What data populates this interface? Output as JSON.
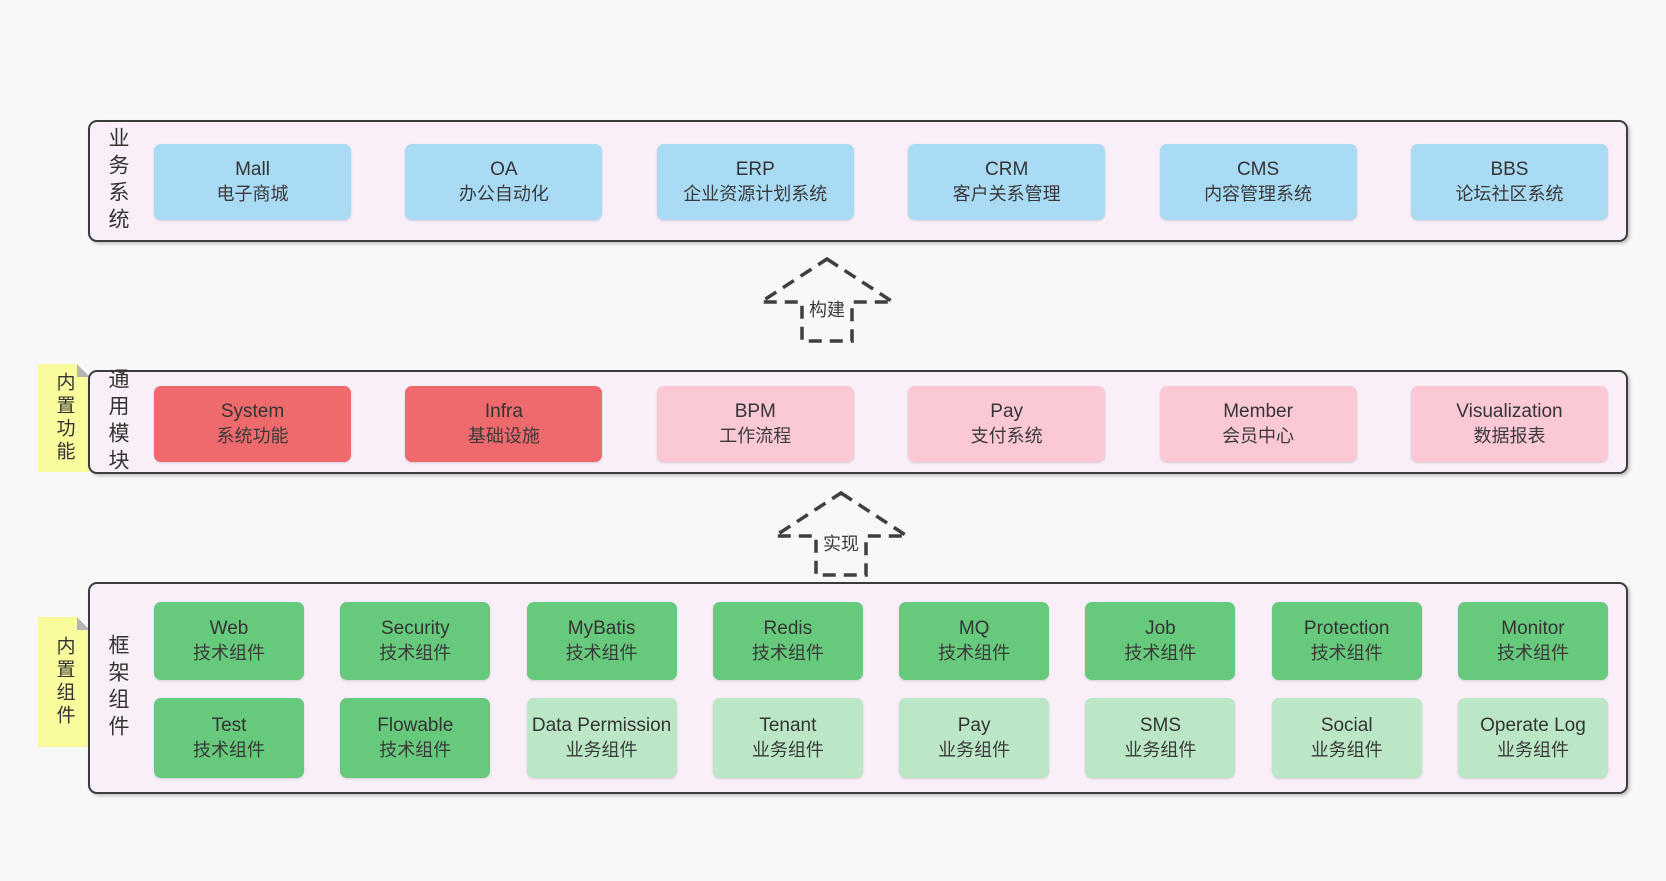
{
  "colors": {
    "blue": "#a9dbf5",
    "red": "#ee6a6c",
    "pink": "#fbc9d5",
    "green": "#67c97c",
    "lightgreen": "#bce7c6",
    "band_bg": "#f9eff8",
    "band_border": "#3c3c3c",
    "sticky_yellow": "#fafb9d",
    "sticky_fold": "#b4b4b4",
    "text": "#3a3a3a",
    "page_bg": "#f8f8f8"
  },
  "arrows": [
    {
      "label": "构建"
    },
    {
      "label": "实现"
    }
  ],
  "bands": [
    {
      "label": "业务系统",
      "boxes": [
        {
          "title": "Mall",
          "subtitle": "电子商城",
          "variant": "blue"
        },
        {
          "title": "OA",
          "subtitle": "办公自动化",
          "variant": "blue"
        },
        {
          "title": "ERP",
          "subtitle": "企业资源计划系统",
          "variant": "blue"
        },
        {
          "title": "CRM",
          "subtitle": "客户关系管理",
          "variant": "blue"
        },
        {
          "title": "CMS",
          "subtitle": "内容管理系统",
          "variant": "blue"
        },
        {
          "title": "BBS",
          "subtitle": "论坛社区系统",
          "variant": "blue"
        }
      ]
    },
    {
      "label": "通用模块",
      "sticky": "内置功能",
      "boxes": [
        {
          "title": "System",
          "subtitle": "系统功能",
          "variant": "red"
        },
        {
          "title": "Infra",
          "subtitle": "基础设施",
          "variant": "red"
        },
        {
          "title": "BPM",
          "subtitle": "工作流程",
          "variant": "pink"
        },
        {
          "title": "Pay",
          "subtitle": "支付系统",
          "variant": "pink"
        },
        {
          "title": "Member",
          "subtitle": "会员中心",
          "variant": "pink"
        },
        {
          "title": "Visualization",
          "subtitle": "数据报表",
          "variant": "pink"
        }
      ]
    },
    {
      "label": "框架组件",
      "sticky": "内置组件",
      "rows": [
        [
          {
            "title": "Web",
            "subtitle": "技术组件",
            "variant": "green"
          },
          {
            "title": "Security",
            "subtitle": "技术组件",
            "variant": "green"
          },
          {
            "title": "MyBatis",
            "subtitle": "技术组件",
            "variant": "green"
          },
          {
            "title": "Redis",
            "subtitle": "技术组件",
            "variant": "green"
          },
          {
            "title": "MQ",
            "subtitle": "技术组件",
            "variant": "green"
          },
          {
            "title": "Job",
            "subtitle": "技术组件",
            "variant": "green"
          },
          {
            "title": "Protection",
            "subtitle": "技术组件",
            "variant": "green"
          },
          {
            "title": "Monitor",
            "subtitle": "技术组件",
            "variant": "green"
          }
        ],
        [
          {
            "title": "Test",
            "subtitle": "技术组件",
            "variant": "green"
          },
          {
            "title": "Flowable",
            "subtitle": "技术组件",
            "variant": "green"
          },
          {
            "title": "Data Permission",
            "subtitle": "业务组件",
            "variant": "lightgreen"
          },
          {
            "title": "Tenant",
            "subtitle": "业务组件",
            "variant": "lightgreen"
          },
          {
            "title": "Pay",
            "subtitle": "业务组件",
            "variant": "lightgreen"
          },
          {
            "title": "SMS",
            "subtitle": "业务组件",
            "variant": "lightgreen"
          },
          {
            "title": "Social",
            "subtitle": "业务组件",
            "variant": "lightgreen"
          },
          {
            "title": "Operate Log",
            "subtitle": "业务组件",
            "variant": "lightgreen"
          }
        ]
      ]
    }
  ]
}
